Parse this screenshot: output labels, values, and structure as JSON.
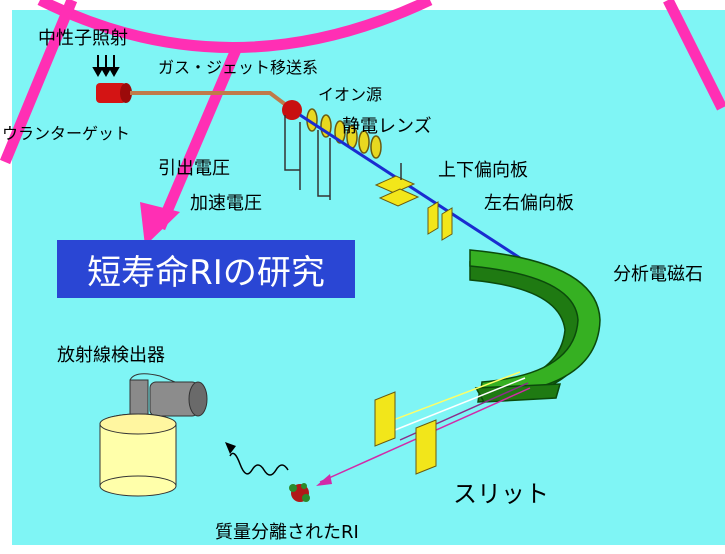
{
  "title": "短寿命RIの研究",
  "labels": {
    "neutron": "中性子照射",
    "gasjet": "ガス・ジェット移送系",
    "ionsource": "イオン源",
    "target": "ウランターゲット",
    "lens": "静電レンズ",
    "extraction": "引出電圧",
    "updown": "上下偏向板",
    "accel": "加速電圧",
    "leftright": "左右偏向板",
    "magnet": "分析電磁石",
    "detector": "放射線検出器",
    "slit": "スリット",
    "separated": "質量分離されたRI"
  },
  "colors": {
    "background": "#7ff5f5",
    "title_box": "#2a46d4",
    "arrow": "#ff2fb4",
    "magnet": "#2e9e1c",
    "beam": "#1a2cd0",
    "plate": "#f2e61a"
  }
}
